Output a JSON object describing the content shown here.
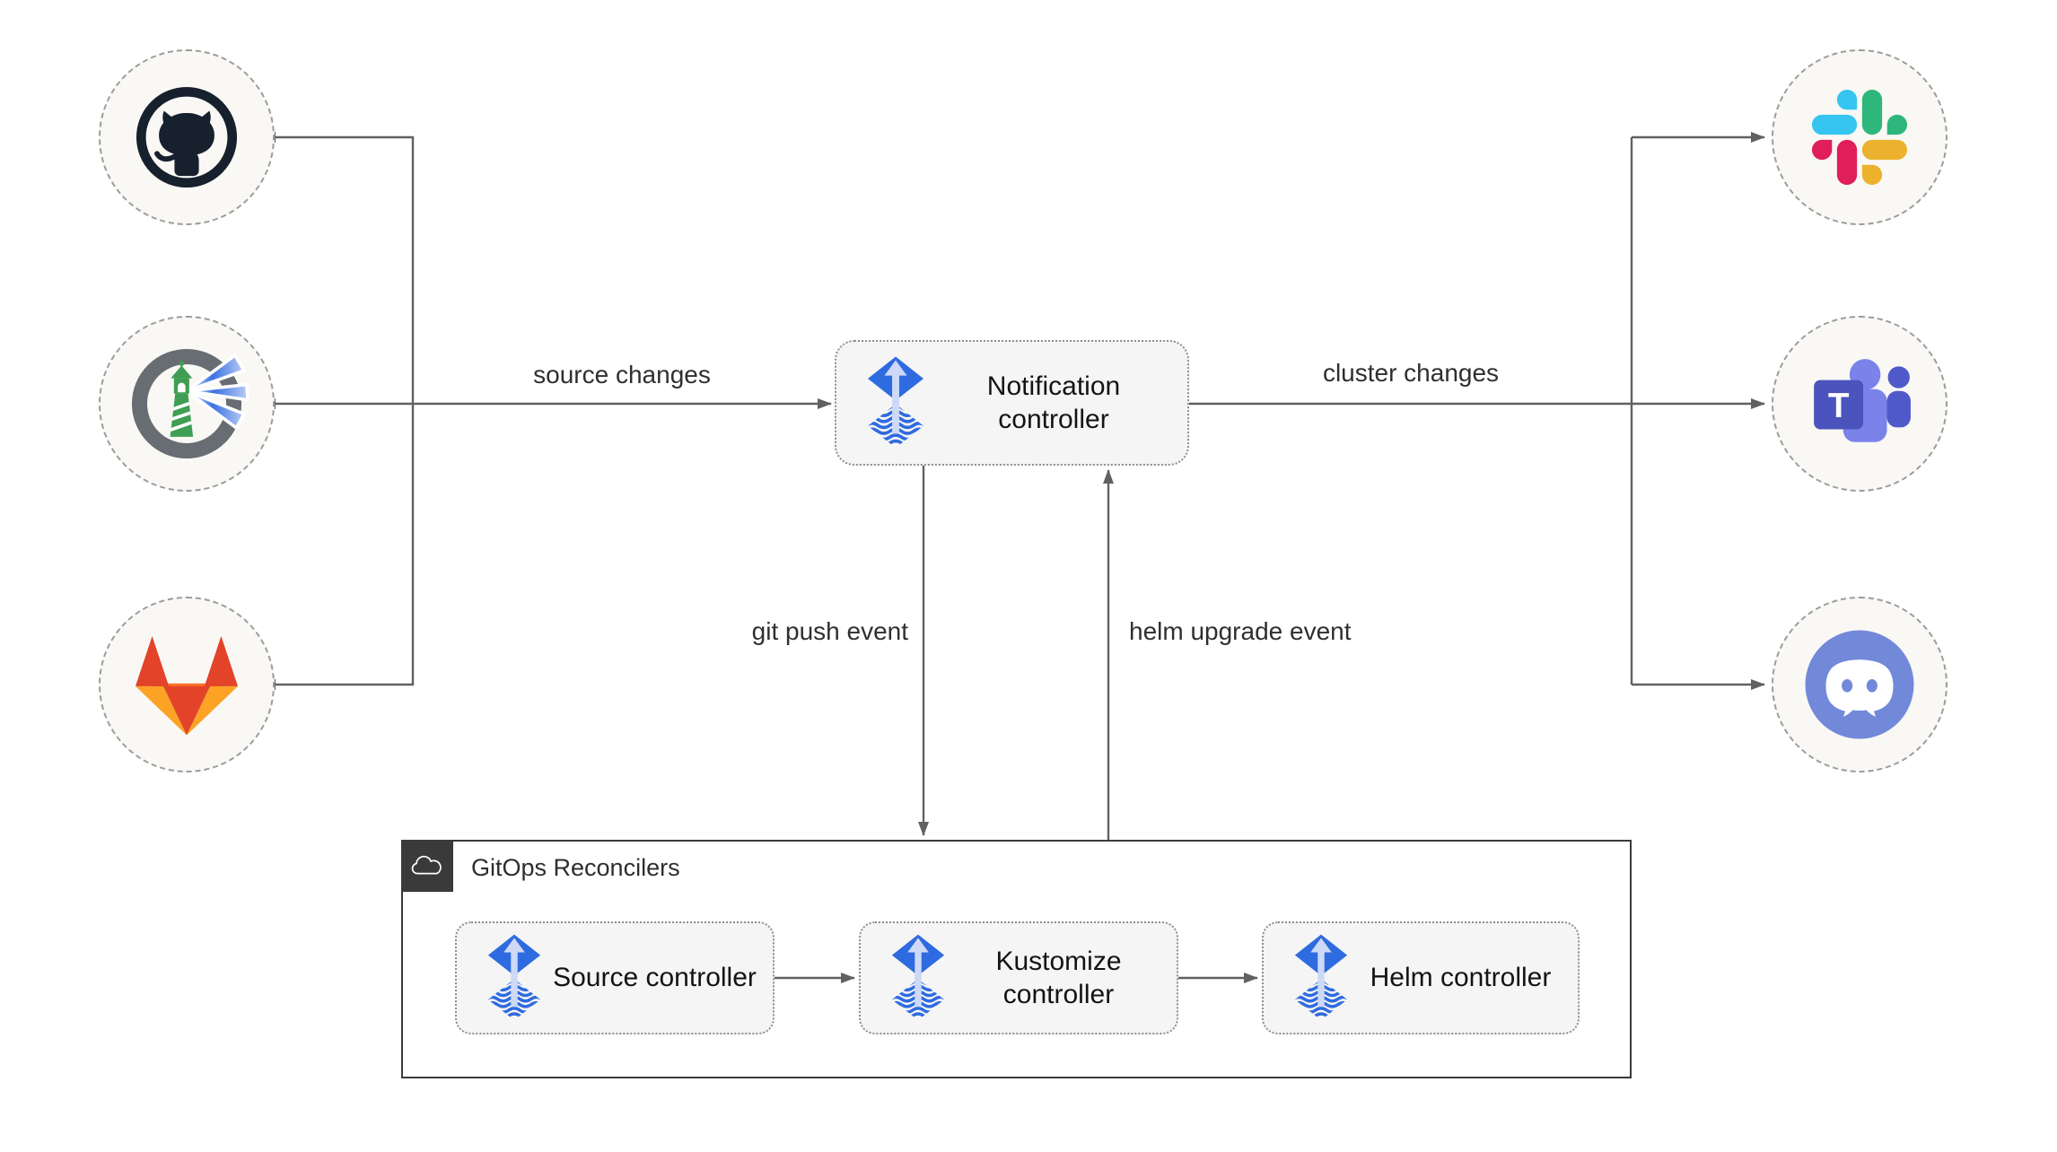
{
  "diagram": {
    "type": "flowchart",
    "background": "#ffffff"
  },
  "colors": {
    "line": "#616161",
    "edge_label_text": "#2f2f2f",
    "node_label_text": "#141414",
    "node_fill": "#f5f5f5",
    "node_border": "#8f8f8f",
    "endpoint_fill": "#f9f8f5",
    "endpoint_border": "#9c9c9c",
    "container_border": "#3a3a3a",
    "container_badge": "#3a3a3a",
    "container_label_text": "#2e2e2e",
    "flux_blue": "#2f6be0",
    "flux_light": "#cdd9f6",
    "github_dark": "#17202d",
    "harbor_gray": "#676d73",
    "harbor_green": "#3f9e53",
    "gitlab_red": "#e24329",
    "gitlab_orange": "#fc6d26",
    "gitlab_yellow": "#fca326",
    "slack_blue": "#36c5f0",
    "slack_green": "#2eb67d",
    "slack_yellow": "#ecb22e",
    "slack_red": "#e01e5a",
    "teams_light": "#7b83eb",
    "teams_dark": "#5059c9",
    "teams_square": "#4b53bc",
    "discord_blurple": "#7289da"
  },
  "nodes": {
    "notification_controller": {
      "label": "Notification controller",
      "icon": "flux-icon"
    },
    "source_controller": {
      "label": "Source controller",
      "icon": "flux-icon"
    },
    "kustomize_controller": {
      "label": "Kustomize controller",
      "icon": "flux-icon"
    },
    "helm_controller": {
      "label": "Helm controller",
      "icon": "flux-icon"
    }
  },
  "container": {
    "label": "GitOps Reconcilers",
    "icon": "cloud-icon"
  },
  "edge_labels": {
    "source_changes": "source changes",
    "cluster_changes": "cluster changes",
    "git_push_event": "git push event",
    "helm_upgrade_event": "helm upgrade event"
  },
  "endpoints": {
    "left": [
      {
        "icon": "github-icon"
      },
      {
        "icon": "harbor-icon"
      },
      {
        "icon": "gitlab-icon"
      }
    ],
    "right": [
      {
        "icon": "slack-icon"
      },
      {
        "icon": "teams-icon"
      },
      {
        "icon": "discord-icon"
      }
    ]
  },
  "icons": {
    "teams_letter": "T"
  }
}
